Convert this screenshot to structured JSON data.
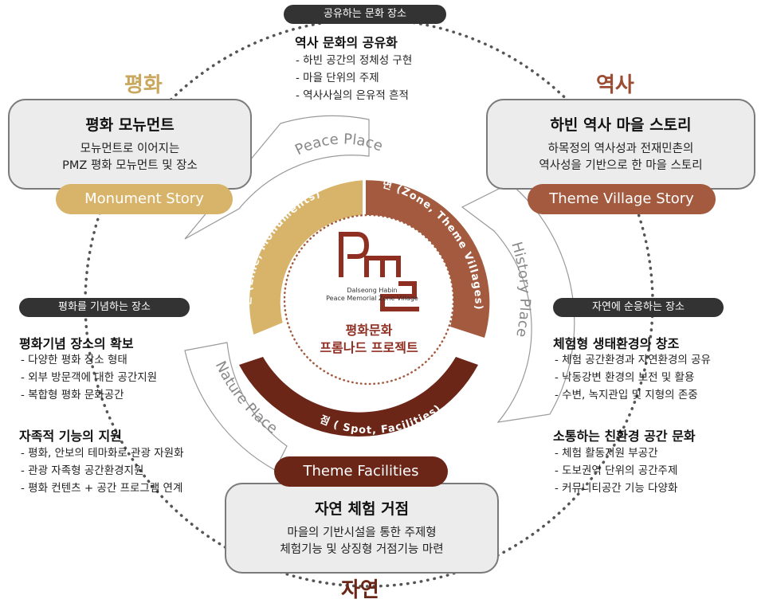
{
  "colors": {
    "gold": "#d8b46a",
    "rust": "#a35a3e",
    "dark": "#6b2618",
    "gray_border": "#7a7a7a",
    "pill": "#333333"
  },
  "top": {
    "pill": "공유하는 문화 장소",
    "heading": "역사 문화의 공유화",
    "items": [
      "하빈 공간의 정체성 구현",
      "마을 단위의 주제",
      "역사사실의 은유적 흔적"
    ]
  },
  "themes": {
    "peace": "평화",
    "history": "역사",
    "nature": "자연"
  },
  "left_box": {
    "title": "평화 모뉴먼트",
    "lines": [
      "모뉴먼트로 이어지는",
      "PMZ 평화 모뉴먼트 및 장소"
    ],
    "tag": "Monument Story"
  },
  "right_box": {
    "title": "하빈 역사 마을 스토리",
    "lines": [
      "하목정의 역사성과 전재민촌의",
      "역사성을 기반으로 한 마을 스토리"
    ],
    "tag": "Theme Village Story"
  },
  "bottom_box": {
    "title": "자연 체험 거점",
    "lines": [
      "마을의 기반시설을 통한 주제형",
      "체험기능 및 상징형 거점기능 마련"
    ],
    "tag": "Theme Facilities"
  },
  "left": {
    "pill": "평화를 기념하는 장소",
    "sections": [
      {
        "heading": "평화기념 장소의 확보",
        "items": [
          "다양한 평화 장소 형태",
          "외부 방문객에 대한 공간지원",
          "복합형 평화 문화공간"
        ]
      },
      {
        "heading": "자족적 기능의 지원",
        "items": [
          "평화, 안보의 테마화로 관광 자원화",
          "관광 자족형 공간환경지원",
          "평화 컨텐츠 + 공간 프로그램 연계"
        ]
      }
    ]
  },
  "right": {
    "pill": "자연에 순응하는 장소",
    "sections": [
      {
        "heading": "체험형 생태환경의 창조",
        "items": [
          "체험 공간환경과 자연환경의 공유",
          "낙동강변 환경의 보전 및 활용",
          "수변, 녹지관입 및 지형의 존중"
        ]
      },
      {
        "heading": "소통하는 친환경 공간 문화",
        "items": [
          "체험 활동지원 부공간",
          "도보권역 단위의 공간주제",
          "커뮤니티공간 기능 다양화"
        ]
      }
    ]
  },
  "ring": {
    "seg_line": "선 (Line, Monuments)",
    "seg_zone": "면 (Zone, Theme Villages)",
    "seg_spot": "점 ( Spot, Facilities)",
    "outer_peace": "Peace Place",
    "outer_history": "History Place",
    "outer_nature": "Nature Place"
  },
  "center": {
    "logo": "PMZ",
    "logo_sub1": "Dalseong Habin",
    "logo_sub2": "Peace Memorial Zone Village",
    "title1": "평화문화",
    "title2": "프롬나드 프로젝트"
  }
}
